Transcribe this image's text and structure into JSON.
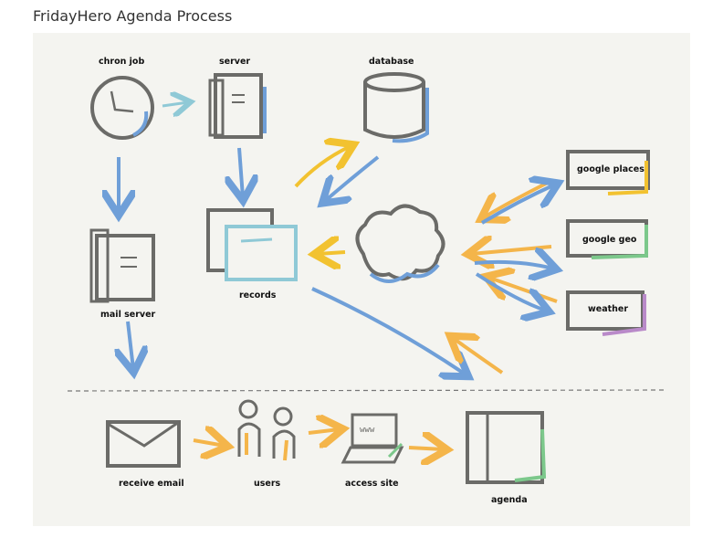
{
  "title": "FridayHero Agenda Process",
  "colors": {
    "background": "#f4f4f0",
    "stroke": "#6b6b68",
    "blue": "#6f9fd8",
    "yellow": "#f2c230",
    "orange": "#f4b54a",
    "teal": "#8fc9d6",
    "green": "#7cc88b",
    "purple": "#b98ac9"
  },
  "nodes": {
    "chron_job": "chron job",
    "server": "server",
    "database": "database",
    "google_places": "google places",
    "google_geo": "google geo",
    "weather": "weather",
    "records": "records",
    "mail_server": "mail server",
    "receive_email": "receive email",
    "users": "users",
    "access_site": "access site",
    "agenda": "agenda"
  }
}
